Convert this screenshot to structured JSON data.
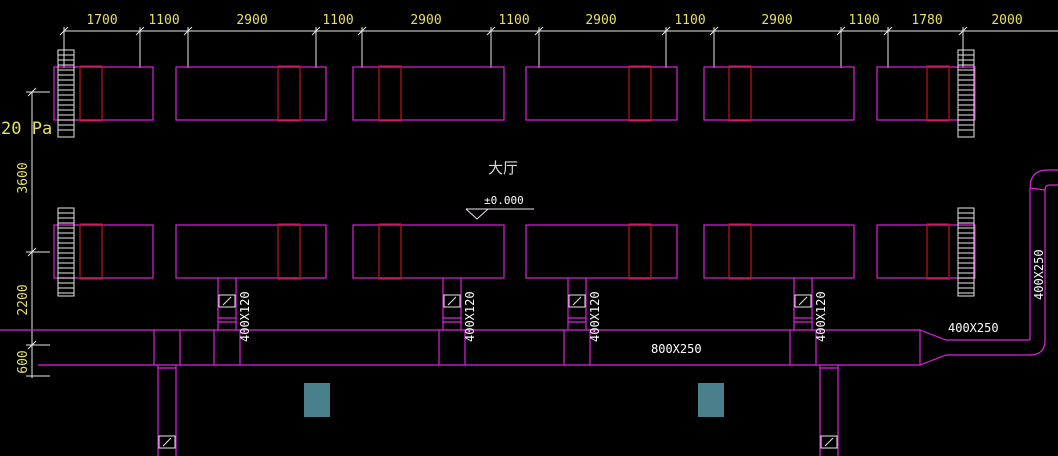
{
  "drawing": {
    "top_dimensions": [
      "1700",
      "1100",
      "2900",
      "1100",
      "2900",
      "1100",
      "2900",
      "1100",
      "2900",
      "1100",
      "1780",
      "2000"
    ],
    "left_pressure_label": "20 Pa",
    "left_dimensions": [
      "3600",
      "2200",
      "600"
    ],
    "room_label": "大厅",
    "elevation_label": "±0.000",
    "branch_duct_label": "400X120",
    "main_duct_label": "800X250",
    "reducer_duct_label": "400X250",
    "riser_duct_label": "400X250",
    "colors": {
      "background": "#000000",
      "duct": "#e020e0",
      "unit_band": "#c01818",
      "dimension_text": "#e6e060",
      "label_text": "#ffffff",
      "column": "#4a7f8c"
    }
  }
}
